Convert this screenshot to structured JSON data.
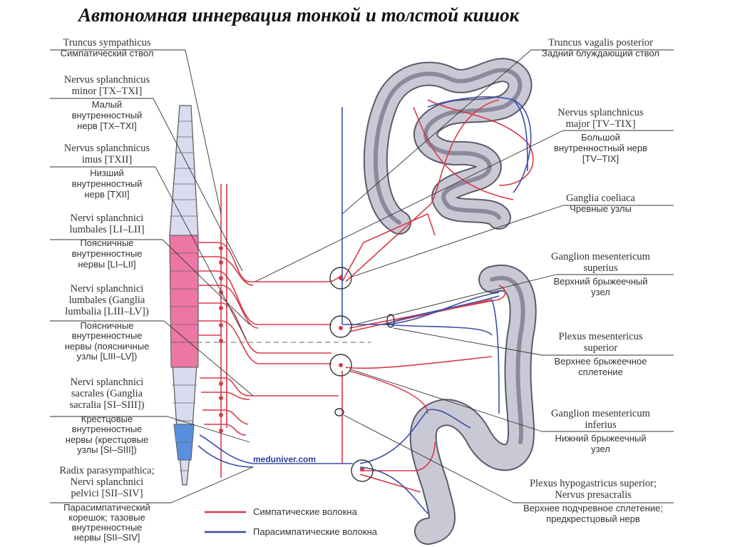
{
  "title": "Автономная иннервация тонкой и толстой кишок",
  "colors": {
    "sympathetic": "#d93a4a",
    "parasympathetic": "#3a4fa8",
    "intestine_fill": "#c9c9d6",
    "intestine_stroke": "#5a5a6a",
    "spinal_thoracic": "#d9dbee",
    "spinal_lumbar": "#ec77a2",
    "spinal_sacral": "#5a8fe0"
  },
  "labels_left": [
    {
      "lat": "Truncus sympathicus",
      "rus": "Симпатический ствол"
    },
    {
      "lat": "Nervus splanchnicus\nminor [TX–TXI]",
      "rus": "Малый\nвнутренностный\nнерв [TX–TXI]"
    },
    {
      "lat": "Nervus splanchnicus\nimus [TXII]",
      "rus": "Низший\nвнутренностный\nнерв [TXII]"
    },
    {
      "lat": "Nervi splanchnici\nlumbales [LI–LII]",
      "rus": "Поясничные\nвнутренностные\nнервы [LI–LII]"
    },
    {
      "lat": "Nervi splanchnici\nlumbales (Ganglia\nlumbalia [LIII–LV])",
      "rus": "Поясничные\nвнутренностные\nнервы (поясничные\nузлы [LIII–LV])"
    },
    {
      "lat": "Nervi splanchnici\nsacrales (Ganglia\nsacralia [SI–SIII])",
      "rus": "Крестцовые\nвнутренностные\nнервы (крестцовые\nузлы [SI–SIII])"
    },
    {
      "lat": "Radix parasympathica;\nNervi splanchnici\npelvici [SII–SIV]",
      "rus": "Парасимпатический\nкорешок; тазовые\nвнутренностные\nнервы [SII–SIV]"
    }
  ],
  "labels_right": [
    {
      "lat": "Truncus vagalis posterior",
      "rus": "Задний блуждающий ствол"
    },
    {
      "lat": "Nervus splanchnicus\nmajor [TV–TIX]",
      "rus": "Большой\nвнутренностный нерв\n[TV–TIX]"
    },
    {
      "lat": "Ganglia coeliaca",
      "rus": "Чревные узлы"
    },
    {
      "lat": "Ganglion mesentericum\nsuperius",
      "rus": "Верхний брыжеечный\nузел"
    },
    {
      "lat": "Plexus mesentericus\nsuperior",
      "rus": "Верхнее брыжеечное\nсплетение"
    },
    {
      "lat": "Ganglion mesentericum\ninferius",
      "rus": "Нижний брыжеечный\nузел"
    },
    {
      "lat": "Plexus hypogastricus superior;\nNervus presacralis",
      "rus": "Верхнее подчревное сплетение;\nпредкрестцовый нерв"
    }
  ],
  "watermark": "meduniver.com",
  "legend": [
    {
      "text": "Симпатические волокна",
      "color": "#d93a4a"
    },
    {
      "text": "Парасимпатические волокна",
      "color": "#3a4fa8"
    }
  ]
}
